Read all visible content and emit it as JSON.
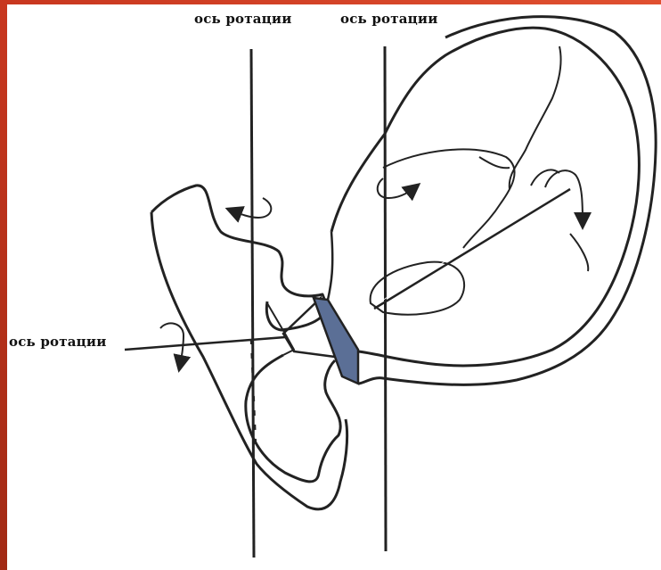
{
  "labels": {
    "axis_left": "ось ротации",
    "axis_right": "ось ротации",
    "axis_horizontal": "ось ротации"
  },
  "colors": {
    "frame": "#c8371f",
    "line": "#222222",
    "highlight": "#5b6f96",
    "background": "#ffffff"
  }
}
